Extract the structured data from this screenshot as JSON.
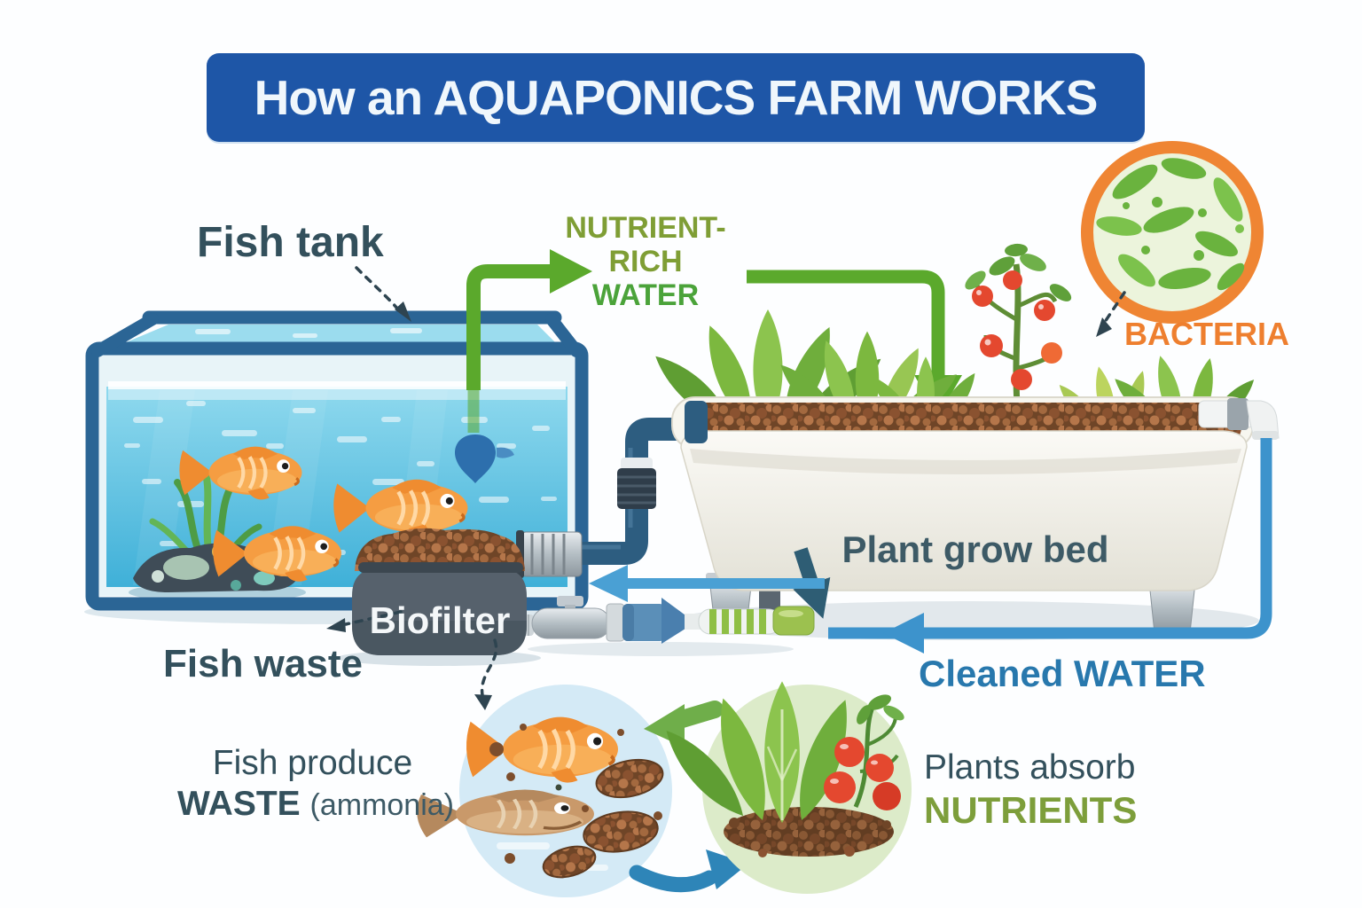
{
  "title": "How an AQUAPONICS FARM WORKS",
  "labels": {
    "fish_tank": "Fish tank",
    "nutrient": {
      "line1": "NUTRIENT-",
      "line2": "RICH",
      "line3": "WATER"
    },
    "bacteria": "BACTERIA",
    "grow_bed": "Plant grow bed",
    "biofilter": "Biofilter",
    "fish_waste": "Fish waste",
    "cleaned_water": "Cleaned WATER",
    "fish_produce": {
      "line1": "Fish produce",
      "bold": "WASTE",
      "paren": "(ammonia)"
    },
    "plants_absorb": {
      "line1": "Plants absorb",
      "bold": "NUTRIENTS"
    }
  },
  "colors": {
    "banner_blue": "#1e56a7",
    "dark_text": "#33505c",
    "nutrient_green": "#7f9e35",
    "water_green": "#4ba33a",
    "bacteria_orange": "#ee7f2f",
    "cleaned_blue": "#2878ad",
    "nutrients_olive": "#7d9e3b",
    "arrow_green": "#5ba92c",
    "arrow_blue": "#3d93cc",
    "tank_frame": "#2b6595",
    "tank_water": "#5ec7e6",
    "pipe_dark": "#2d5d80",
    "biofilter_gray": "#56616c",
    "pebble_brown": "#8a5230",
    "fish_orange": "#f59d42",
    "bacteria_cell_green": "#6ab33e"
  }
}
